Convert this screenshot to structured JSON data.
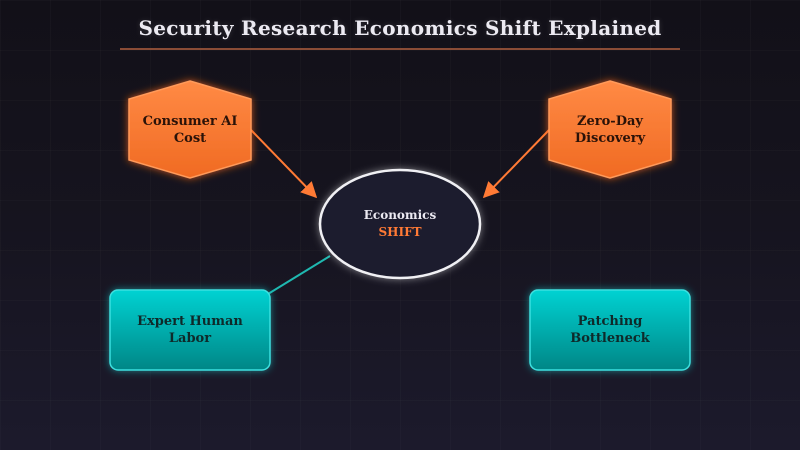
{
  "title": "Security Research Economics Shift Explained",
  "colors": {
    "background": "#14121c",
    "title_text": "#eceaf2",
    "title_underline": "#8a4c36",
    "hexagon_fill": "#ff7a35",
    "hexagon_glow": "#ff6a1a",
    "box_fill_top": "#00d0d0",
    "box_fill_bottom": "#008a8a",
    "box_glow": "#1fd0d0",
    "ellipse_fill": "#1e1c2e",
    "ellipse_stroke": "#f0f0f4",
    "accent": "#ff7a35",
    "arrow_color": "#ff7a35",
    "connector_teal": "#1fb8b0"
  },
  "nodes": {
    "consumer_ai_cost": {
      "shape": "hexagon",
      "line1": "Consumer AI",
      "line2": "Cost"
    },
    "zero_day_discovery": {
      "shape": "hexagon",
      "line1": "Zero-Day",
      "line2": "Discovery"
    },
    "center": {
      "shape": "ellipse",
      "line1": "Economics",
      "line2": "SHIFT"
    },
    "expert_human_labor": {
      "shape": "rounded-rect",
      "line1": "Expert Human",
      "line2": "Labor"
    },
    "patching_bottleneck": {
      "shape": "rounded-rect",
      "line1": "Patching",
      "line2": "Bottleneck"
    }
  },
  "edges": [
    {
      "from": "Consumer AI Cost",
      "to": "Economics SHIFT",
      "style": "orange-arrow"
    },
    {
      "from": "Zero-Day Discovery",
      "to": "Economics SHIFT",
      "style": "orange-arrow"
    },
    {
      "from": "Economics SHIFT",
      "to": "Expert Human Labor",
      "style": "teal-line"
    }
  ]
}
